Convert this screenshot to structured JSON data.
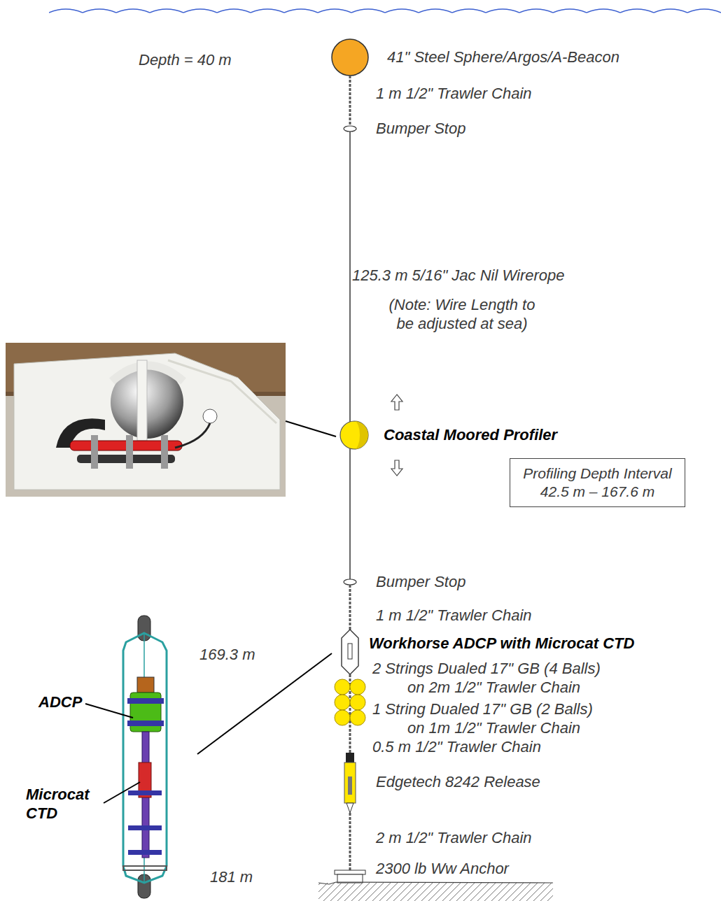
{
  "diagram": {
    "nodes": [
      {
        "text": [
          "Profiling Depth Interval 42.5 m – 167.6 m"
        ]
      }
    ],
    "labels": [
      "Depth = 40 m",
      "41\" Steel Sphere/Argos/A-Beacon",
      "1 m 1/2\" Trawler Chain",
      "Bumper Stop",
      "125.3 m 5/16\" Jac Nil Wirerope",
      "(Note: Wire Length to be adjusted at sea)",
      "Coastal Moored Profiler",
      "Bumper Stop",
      "1 m 1/2\" Trawler Chain",
      "169.3 m",
      "Workhorse ADCP with Microcat CTD",
      "2 Strings Dualed 17\" GB (4 Balls) on 2m 1/2\" Trawler Chain",
      "1 String Dualed 17\" GB (2 Balls) on 1m 1/2\" Trawler Chain",
      "0.5 m 1/2\" Trawler Chain",
      "Edgetech 8242 Release",
      "2 m 1/2\" Trawler Chain",
      "181 m",
      "2300 lb Ww Anchor",
      "ADCP",
      "Microcat CTD"
    ]
  }
}
